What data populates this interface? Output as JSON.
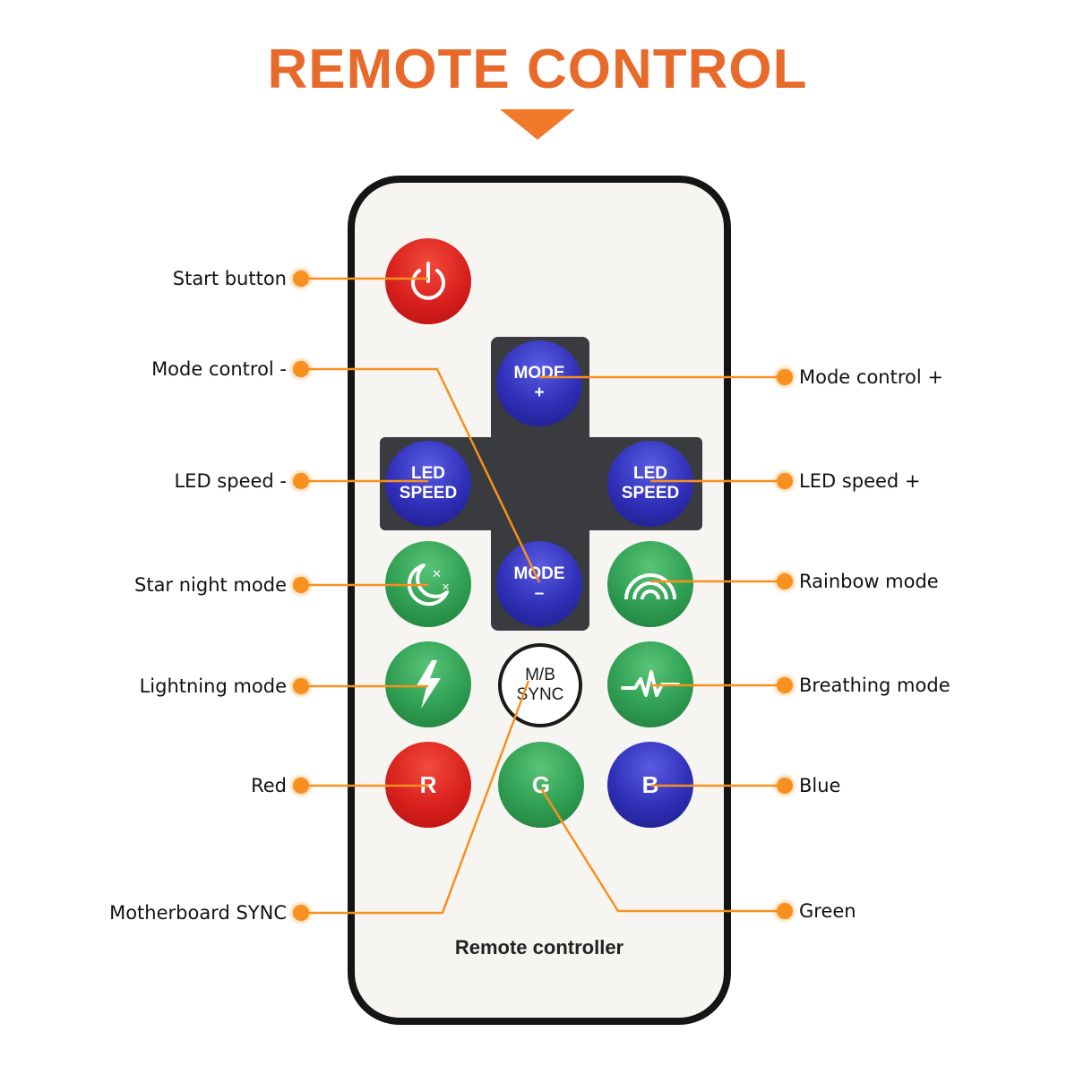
{
  "title": "REMOTE CONTROL",
  "colors": {
    "title": "#e86a2a",
    "accent": "#f7901e",
    "red": "#d81f1c",
    "blue": "#2e2fb6",
    "green": "#2f9e52"
  },
  "buttons": {
    "power": {
      "icon": "power-icon"
    },
    "mode_plus": {
      "line1": "MODE",
      "line2": "+"
    },
    "mode_minus": {
      "line1": "MODE",
      "line2": "–"
    },
    "speed_minus": {
      "line1": "LED",
      "line2": "SPEED"
    },
    "speed_plus": {
      "line1": "LED",
      "line2": "SPEED"
    },
    "star_night": {
      "icon": "moon-stars-icon"
    },
    "rainbow": {
      "icon": "rainbow-icon"
    },
    "lightning": {
      "icon": "lightning-icon"
    },
    "sync": {
      "line1": "M/B",
      "line2": "SYNC"
    },
    "breathing": {
      "icon": "pulse-icon"
    },
    "red": {
      "label": "R"
    },
    "green": {
      "label": "G"
    },
    "blue": {
      "label": "B"
    }
  },
  "labels": {
    "start": "Start button",
    "mode_minus": "Mode control -",
    "mode_plus": "Mode control +",
    "speed_minus": "LED speed -",
    "speed_plus": "LED speed +",
    "star_night": "Star night mode",
    "rainbow": "Rainbow mode",
    "lightning": "Lightning mode",
    "breathing": "Breathing mode",
    "red": "Red",
    "blue": "Blue",
    "sync": "Motherboard SYNC",
    "green": "Green"
  },
  "remote_caption": "Remote controller"
}
